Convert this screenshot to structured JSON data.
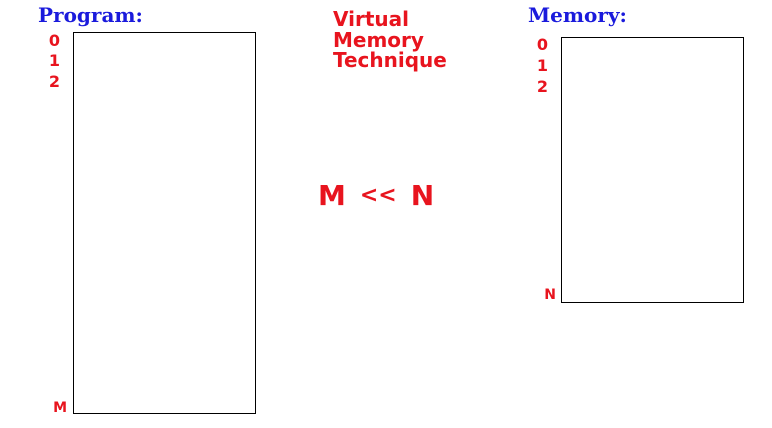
{
  "program": {
    "heading": "Program:",
    "addresses": [
      "0",
      "1",
      "2"
    ],
    "end_address": "M"
  },
  "memory": {
    "heading": "Memory:",
    "addresses": [
      "0",
      "1",
      "2"
    ],
    "end_address": "N"
  },
  "title": {
    "lines": [
      "Virtual",
      "Memory",
      "Technique"
    ]
  },
  "relation": {
    "left": "M",
    "operator": "<<",
    "right": "N"
  },
  "colors": {
    "heading": "#1a1adc",
    "accent": "#e8141e",
    "border": "#000000",
    "background": "#ffffff"
  }
}
